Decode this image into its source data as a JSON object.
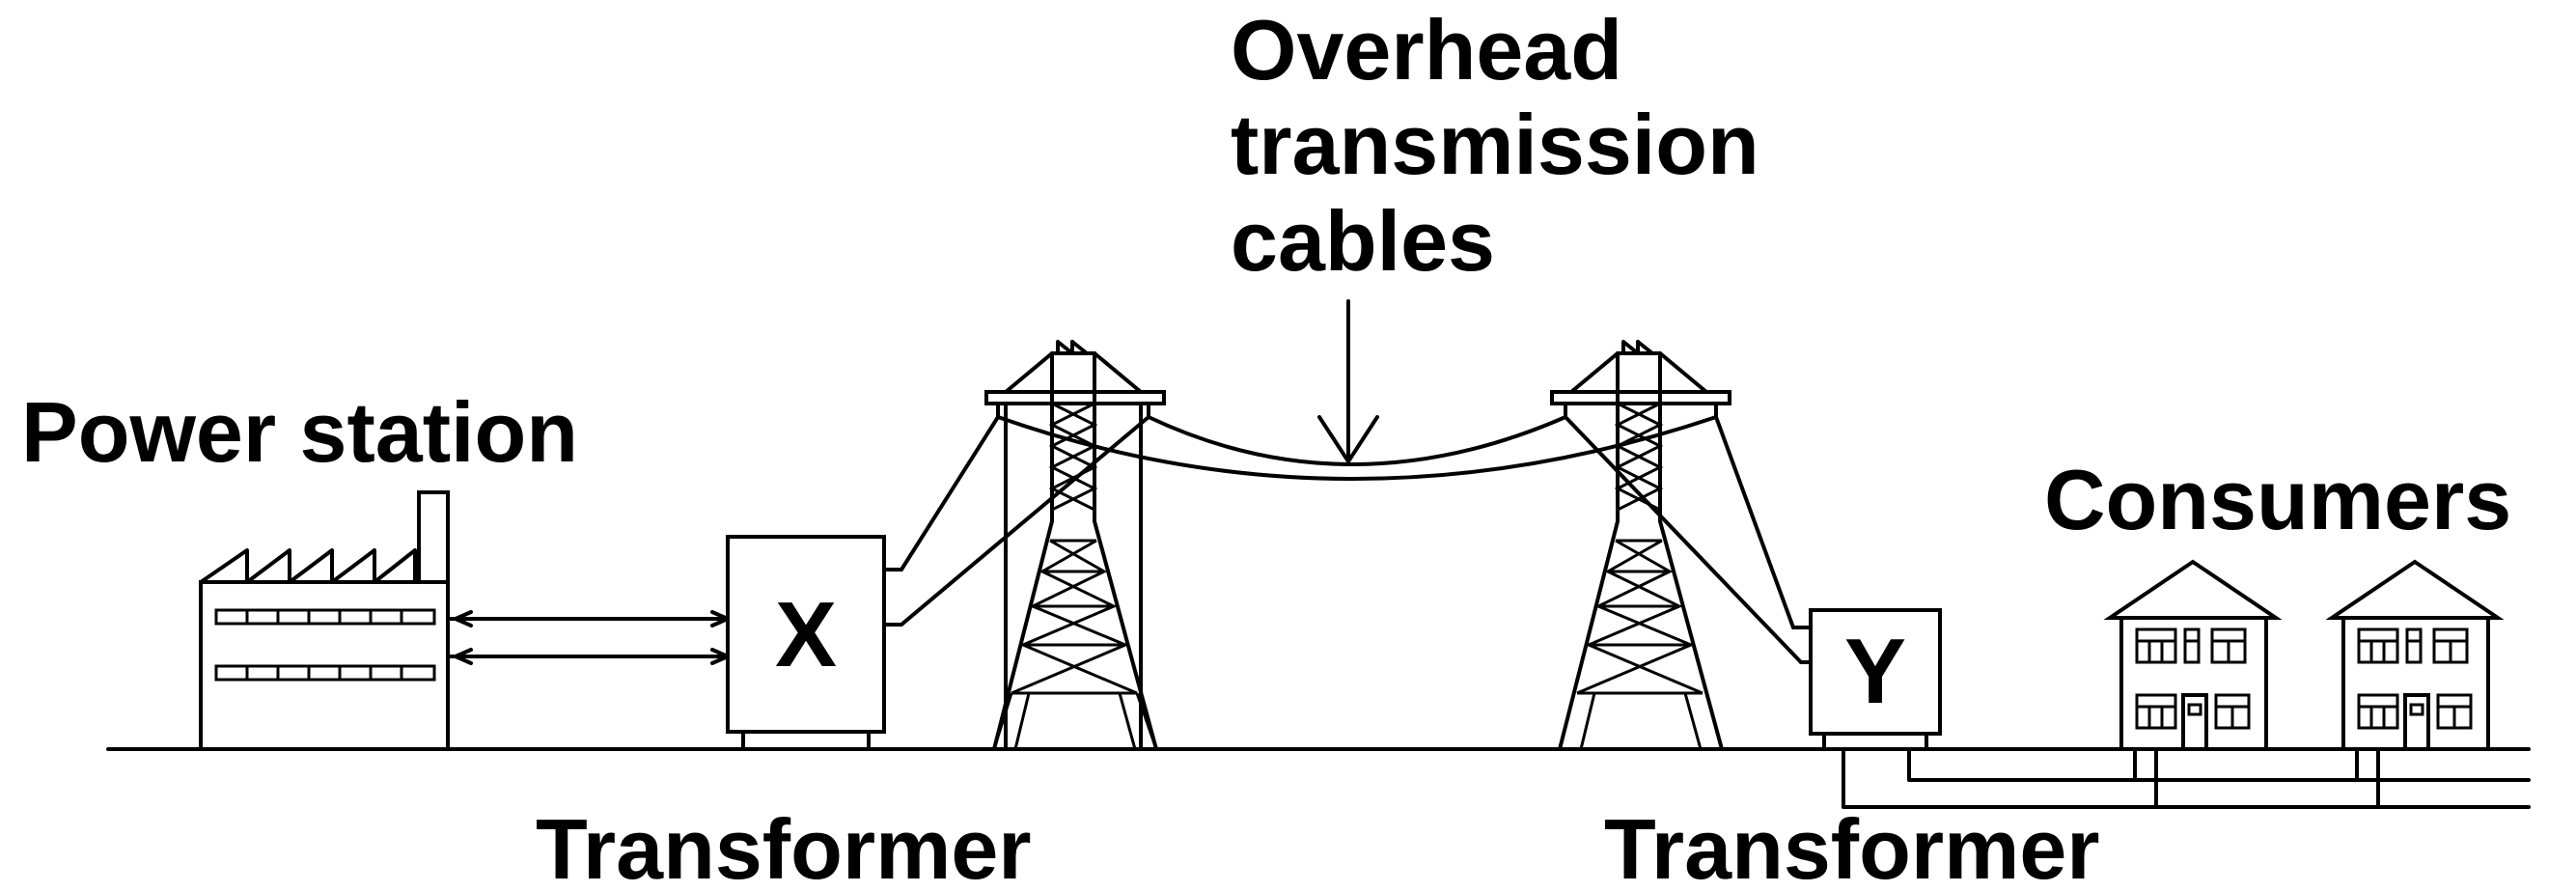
{
  "labels": {
    "cables_line1": "Overhead",
    "cables_line2": "transmission",
    "cables_line3": "cables",
    "power_station": "Power station",
    "consumers": "Consumers",
    "transformer_left": "Transformer",
    "transformer_right": "Transformer",
    "box_x": "X",
    "box_y": "Y"
  },
  "colors": {
    "ink": "#000000",
    "background": "#ffffff"
  }
}
